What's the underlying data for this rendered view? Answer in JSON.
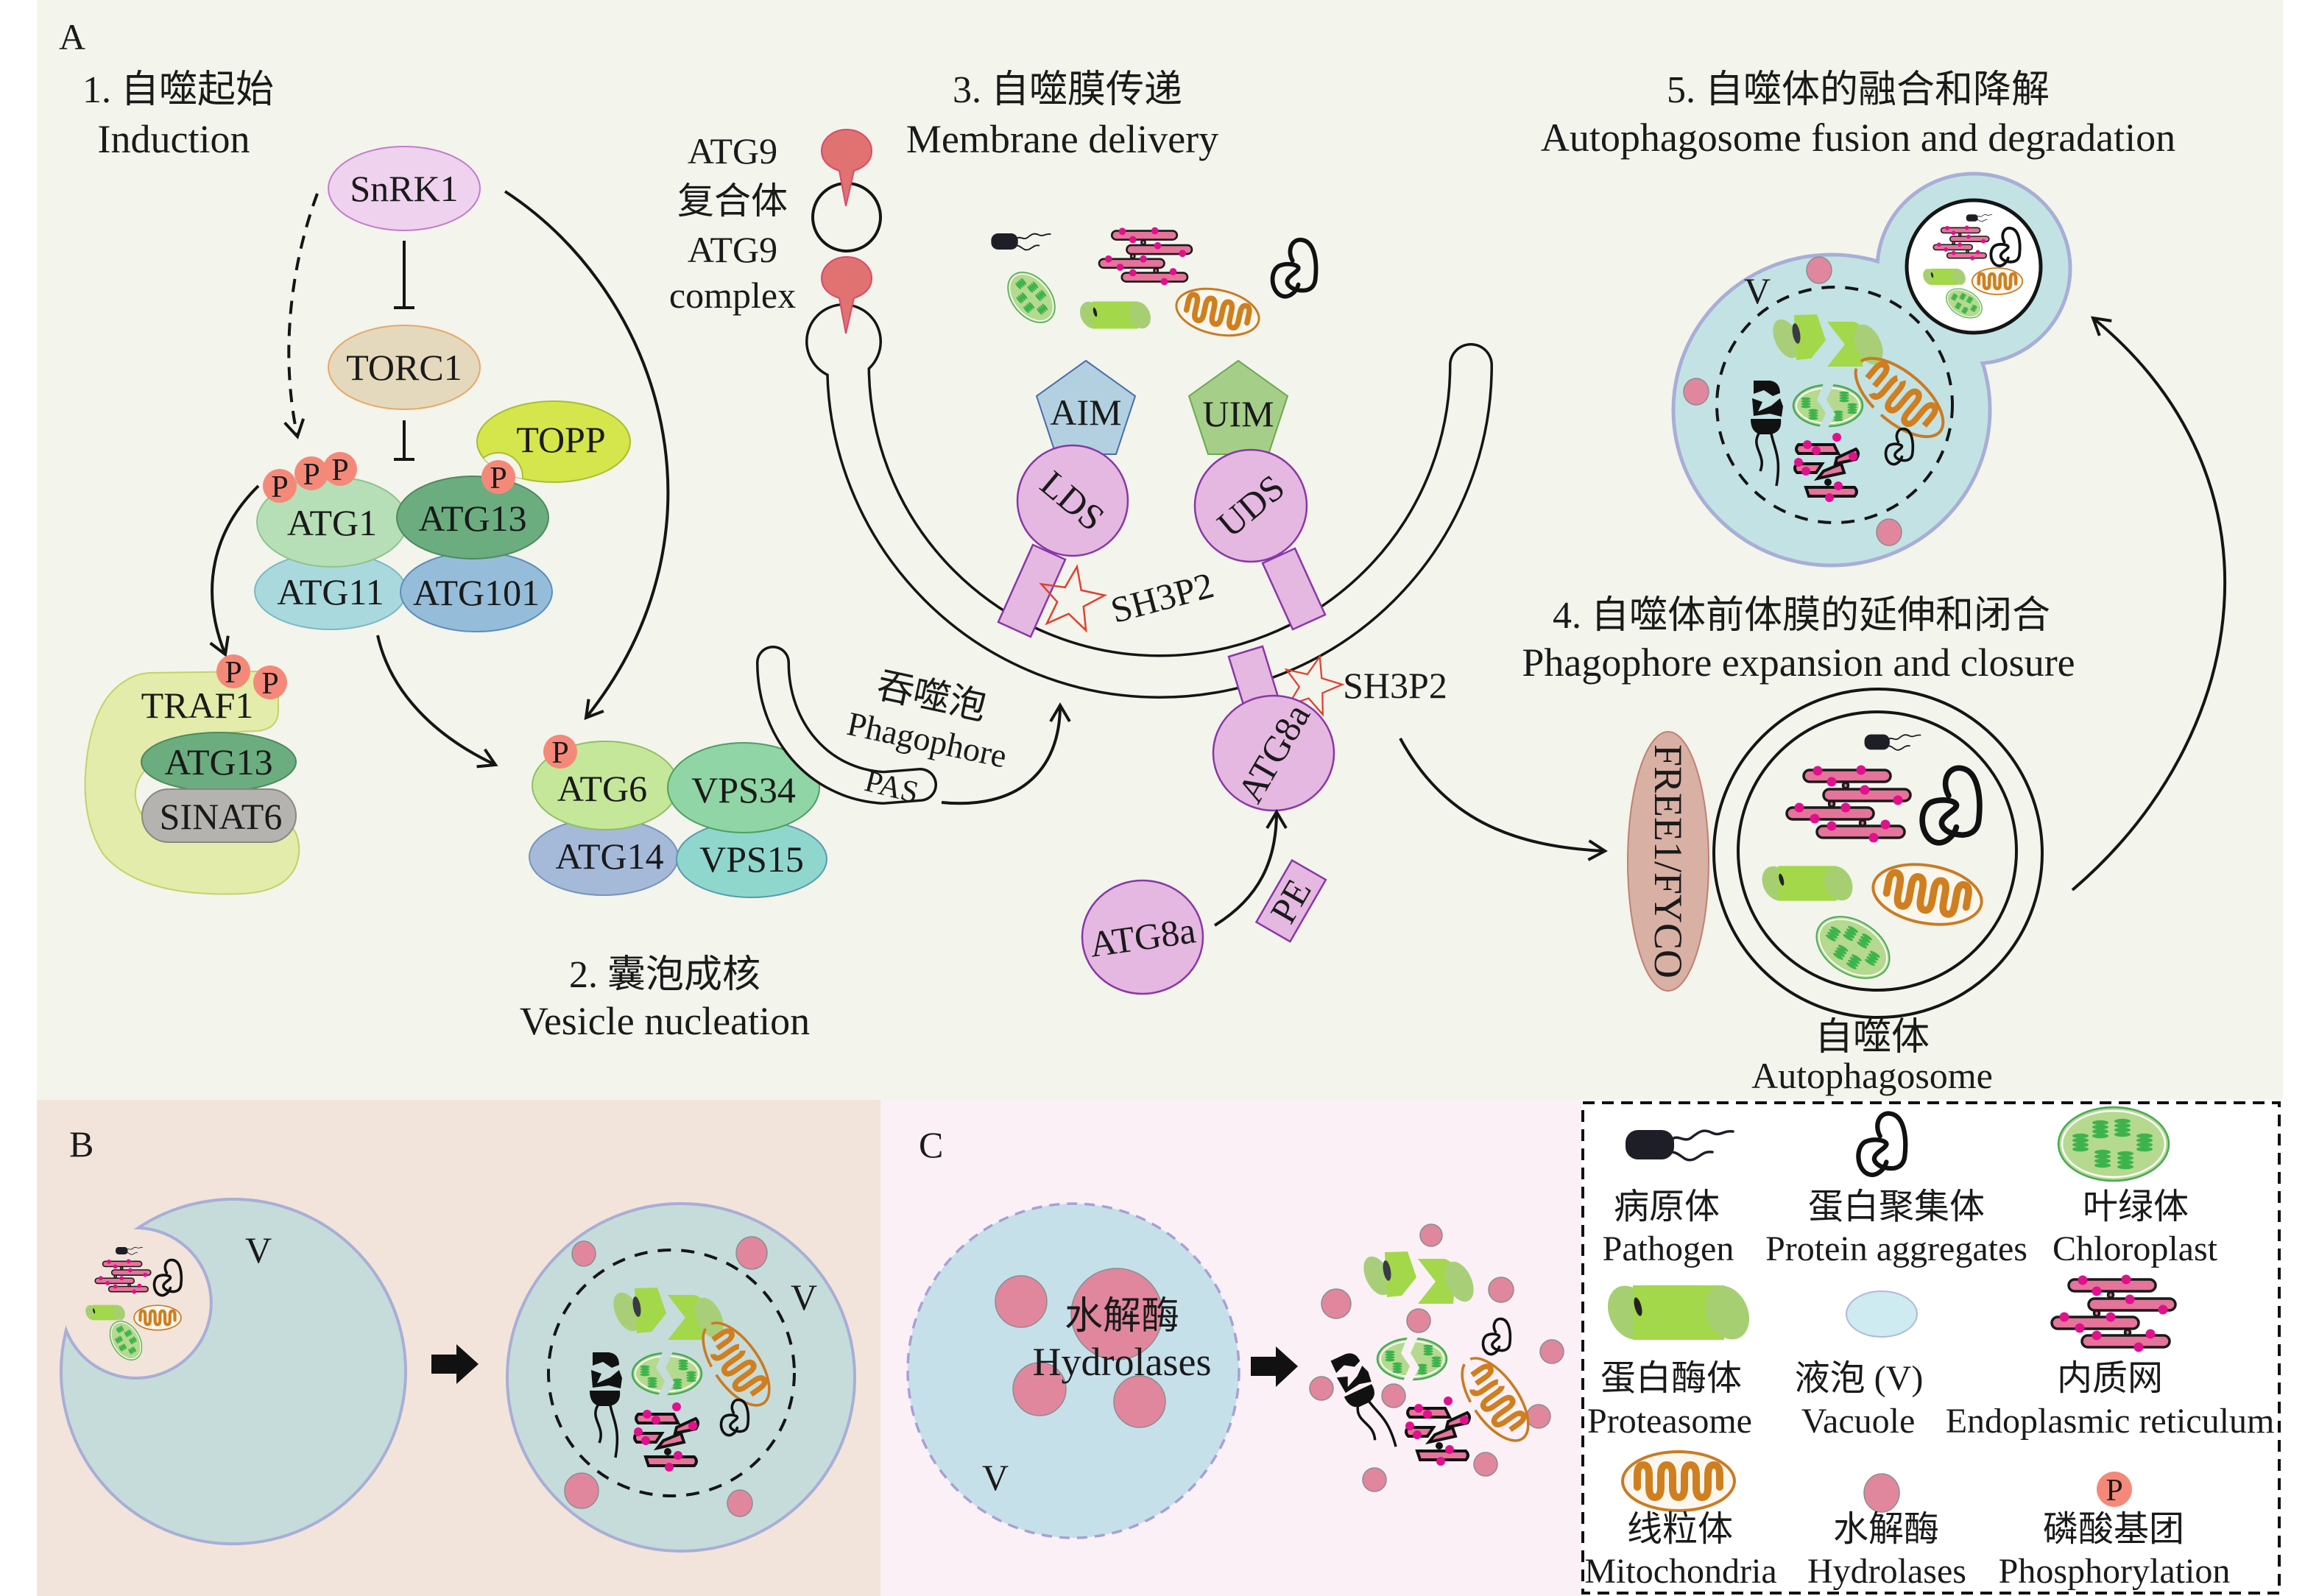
{
  "panels": {
    "a": {
      "label": "A"
    },
    "b": {
      "label": "B",
      "vacuole_label": "V"
    },
    "c": {
      "label": "C",
      "vacuole_label": "V",
      "hydrolases_zh": "水解酶",
      "hydrolases_en": "Hydrolases"
    }
  },
  "stages": {
    "induction": {
      "zh": "1. 自噬起始",
      "en": "Induction"
    },
    "nucleation": {
      "zh": "2. 囊泡成核",
      "en": "Vesicle nucleation"
    },
    "membrane_delivery": {
      "zh": "3. 自噬膜传递",
      "en": "Membrane delivery"
    },
    "expansion_closure": {
      "zh": "4. 自噬体前体膜的延伸和闭合",
      "en": "Phagophore expansion and closure"
    },
    "fusion_degradation": {
      "zh": "5. 自噬体的融合和降解",
      "en": "Autophagosome fusion and degradation"
    }
  },
  "proteins": {
    "snrk1": "SnRK1",
    "torc1": "TORC1",
    "topp": "TOPP",
    "atg1": "ATG1",
    "atg13": "ATG13",
    "atg11": "ATG11",
    "atg101": "ATG101",
    "traf1": "TRAF1",
    "sinat6": "SINAT6",
    "atg6": "ATG6",
    "vps34": "VPS34",
    "atg14": "ATG14",
    "vps15": "VPS15",
    "aim": "AIM",
    "uim": "UIM",
    "lds": "LDS",
    "uds": "UDS",
    "sh3p2": "SH3P2",
    "atg8a": "ATG8a",
    "pe": "PE",
    "free1_fyco": "FREE1/FYCO"
  },
  "atg9_complex": {
    "lines": [
      "ATG9",
      "复合体",
      "ATG9",
      "complex"
    ]
  },
  "phagophore": {
    "zh": "吞噬泡",
    "en": "Phagophore",
    "pas": "PAS"
  },
  "autophagosome": {
    "zh": "自噬体",
    "en": "Autophagosome"
  },
  "vacuole_label": "V",
  "phospho_mark": "P",
  "legend": {
    "items": [
      {
        "icon": "pathogen",
        "zh": "病原体",
        "en": "Pathogen"
      },
      {
        "icon": "protein-aggregate",
        "zh": "蛋白聚集体",
        "en": "Protein aggregates"
      },
      {
        "icon": "chloroplast",
        "zh": "叶绿体",
        "en": "Chloroplast"
      },
      {
        "icon": "proteasome",
        "zh": "蛋白酶体",
        "en": "Proteasome"
      },
      {
        "icon": "vacuole",
        "zh": "液泡 (V)",
        "en": "Vacuole"
      },
      {
        "icon": "endoplasmic-reticulum",
        "zh": "内质网",
        "en": "Endoplasmic reticulum"
      },
      {
        "icon": "mitochondria",
        "zh": "线粒体",
        "en": "Mitochondria"
      },
      {
        "icon": "hydrolase",
        "zh": "水解酶",
        "en": "Hydrolases"
      },
      {
        "icon": "phosphorylation",
        "zh": "磷酸基团",
        "en": "Phosphorylation"
      }
    ]
  },
  "colors": {
    "panel-a-bg": "#f3f4ec",
    "panel-b-bg": "#f2e4da",
    "panel-c-bg": "#faf0f6",
    "phospho": "#f4897a",
    "vacuole": "#c3e2e4",
    "vacuole-b": "#c5dcdb",
    "vacuole-c": "#c6e0ea",
    "vacuole-stroke": "#a8aed6",
    "hydrolase": "#e0879e",
    "atg8": "#e4b8e0",
    "atg8-stroke": "#8a36a8",
    "star": "#e0402e"
  }
}
